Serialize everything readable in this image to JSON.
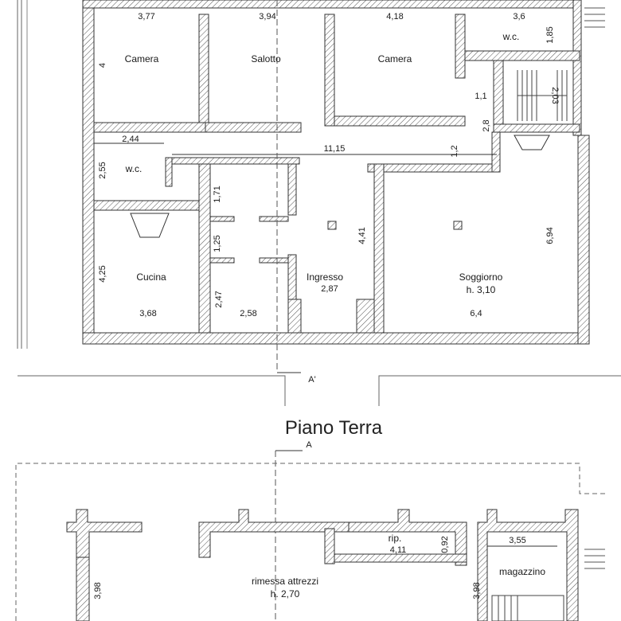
{
  "title": "Piano Terra",
  "section_top": "A'",
  "section_bottom": "A",
  "ground_floor": {
    "rooms": {
      "camera_left": "Camera",
      "salotto": "Salotto",
      "camera_right": "Camera",
      "wc_top": "w.c.",
      "wc_left": "w.c.",
      "cucina": "Cucina",
      "ingresso": "Ingresso",
      "soggiorno": "Soggiorno",
      "soggiorno_height": "h. 3,10"
    },
    "dimensions": {
      "d_377": "3,77",
      "d_394": "3,94",
      "d_418": "4,18",
      "d_36": "3,6",
      "d_4": "4",
      "d_185": "1,85",
      "d_11": "1,1",
      "d_203": "2,03",
      "d_28": "2,8",
      "d_244": "2,44",
      "d_1115": "11,15",
      "d_12": "1,2",
      "d_255": "2,55",
      "d_171": "1,71",
      "d_125": "1,25",
      "d_441": "4,41",
      "d_694": "6,94",
      "d_425": "4,25",
      "d_287": "2,87",
      "d_247": "2,47",
      "d_368": "3,68",
      "d_258": "2,58",
      "d_64": "6,4"
    }
  },
  "basement": {
    "rooms": {
      "rip": "rip.",
      "rimessa": "rimessa attrezzi",
      "rimessa_height": "h. 2,70",
      "magazzino": "magazzino"
    },
    "dimensions": {
      "d_411": "4,11",
      "d_092": "0,92",
      "d_355": "3,55",
      "d_398_left": "3,98",
      "d_398_right": "3,98"
    }
  }
}
